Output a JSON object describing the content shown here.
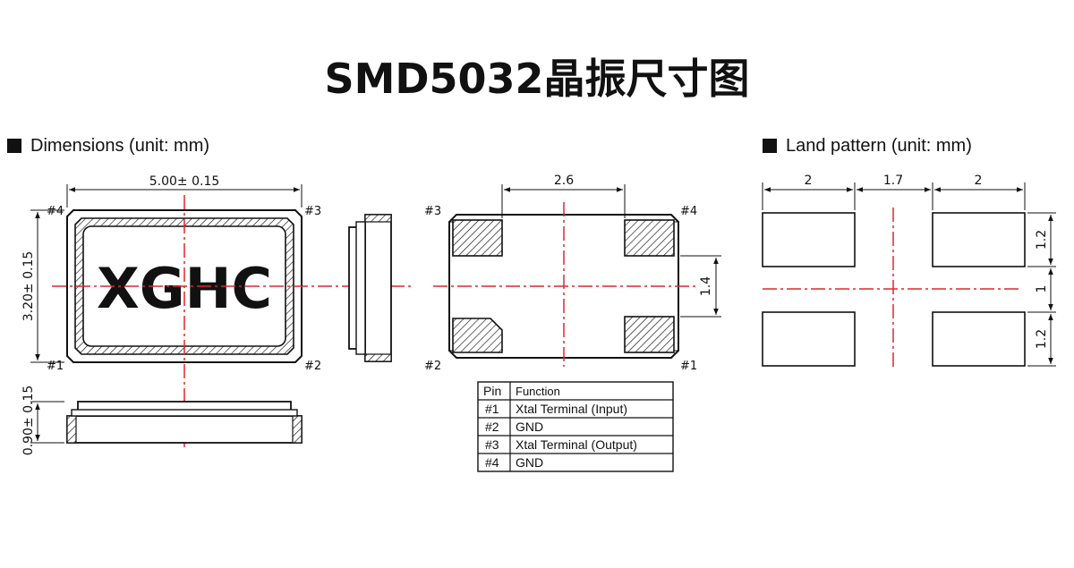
{
  "title": "SMD5032晶振尺寸图",
  "sections": {
    "dimensions": "Dimensions (unit: mm)",
    "land_pattern": "Land pattern (unit: mm)"
  },
  "brand": "XGHC",
  "dimensions": {
    "length": "5.00± 0.15",
    "width": "3.20± 0.15",
    "height": "0.90± 0.15",
    "pad_spacing": "2.6",
    "pad_pitch": "1.4"
  },
  "pins_top": {
    "p4": "#4",
    "p3": "#3",
    "p1": "#1",
    "p2": "#2"
  },
  "pins_bottom": {
    "p3": "#3",
    "p4": "#4",
    "p2": "#2",
    "p1": "#1"
  },
  "land": {
    "w_left": "2",
    "gap": "1.7",
    "w_right": "2",
    "h_top": "1.2",
    "h_gap": "1",
    "h_bottom": "1.2"
  },
  "pin_table": {
    "headers": [
      "Pin",
      "Function"
    ],
    "rows": [
      [
        "#1",
        "Xtal Terminal (Input)"
      ],
      [
        "#2",
        "GND"
      ],
      [
        "#3",
        "Xtal Terminal (Output)"
      ],
      [
        "#4",
        "GND"
      ]
    ]
  },
  "colors": {
    "centerline": "#e0262b",
    "ink": "#111111"
  }
}
